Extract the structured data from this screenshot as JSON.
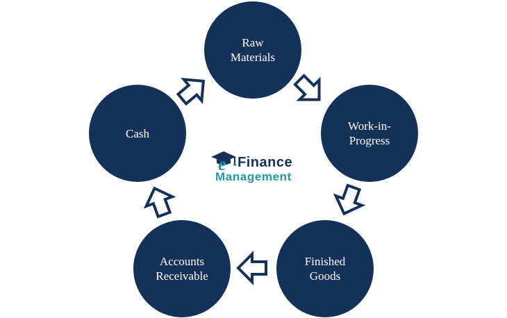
{
  "diagram": {
    "nodes": [
      {
        "id": "raw-materials",
        "label": "Raw\nMaterials"
      },
      {
        "id": "work-in-progress",
        "label": "Work-in-\nProgress"
      },
      {
        "id": "finished-goods",
        "label": "Finished\nGoods"
      },
      {
        "id": "accounts-receivable",
        "label": "Accounts\nReceivable"
      },
      {
        "id": "cash",
        "label": "Cash"
      }
    ],
    "edges": [
      {
        "from": "raw-materials",
        "to": "work-in-progress"
      },
      {
        "from": "work-in-progress",
        "to": "finished-goods"
      },
      {
        "from": "finished-goods",
        "to": "accounts-receivable"
      },
      {
        "from": "accounts-receivable",
        "to": "cash"
      },
      {
        "from": "cash",
        "to": "raw-materials"
      }
    ]
  },
  "logo": {
    "line1": "Finance",
    "line2": "Management",
    "mark_letter": "e",
    "mark_icon": "graduation-cap-icon"
  },
  "colors": {
    "node_fill": "#14315a",
    "arrow_stroke": "#14315a",
    "arrow_fill": "#ffffff",
    "logo_navy": "#14315a",
    "logo_teal": "#1f9aa3"
  }
}
